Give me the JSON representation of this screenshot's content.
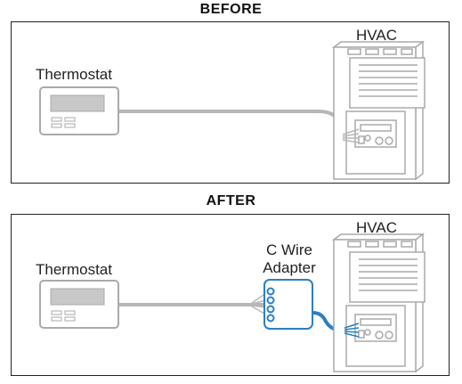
{
  "before": {
    "title": "BEFORE",
    "thermostat_label": "Thermostat",
    "hvac_label": "HVAC"
  },
  "after": {
    "title": "AFTER",
    "thermostat_label": "Thermostat",
    "adapter_label_line1": "C Wire",
    "adapter_label_line2": "Adapter",
    "hvac_label": "HVAC"
  },
  "colors": {
    "outline": "#aaaaaa",
    "wire": "#b7b7b7",
    "adapter_accent": "#2a7fc1",
    "screen_fill": "#c8c8c8"
  }
}
